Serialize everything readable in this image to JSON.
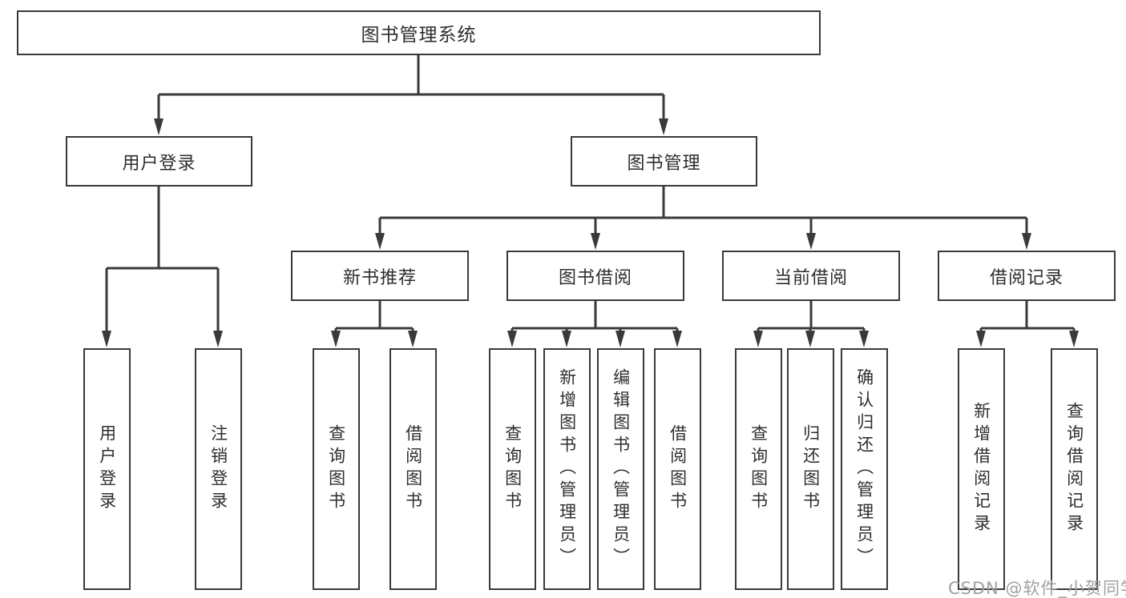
{
  "diagram": {
    "title_node": {
      "label": "图书管理系统"
    },
    "level2": [
      {
        "id": "user-login",
        "label": "用户登录",
        "parent": "图书管理系统"
      },
      {
        "id": "book-management",
        "label": "图书管理",
        "parent": "图书管理系统"
      }
    ],
    "level3": [
      {
        "id": "new-book-recommend",
        "label": "新书推荐",
        "parent": "图书管理"
      },
      {
        "id": "book-borrow",
        "label": "图书借阅",
        "parent": "图书管理"
      },
      {
        "id": "current-borrow",
        "label": "当前借阅",
        "parent": "图书管理"
      },
      {
        "id": "borrow-records",
        "label": "借阅记录",
        "parent": "图书管理"
      }
    ],
    "leaves": [
      {
        "id": "leaf-user-login",
        "label": "用户登录",
        "parent": "用户登录"
      },
      {
        "id": "leaf-logout",
        "label": "注销登录",
        "parent": "用户登录"
      },
      {
        "id": "leaf-query-books-1",
        "label": "查询图书",
        "parent": "新书推荐"
      },
      {
        "id": "leaf-borrow-books-1",
        "label": "借阅图书",
        "parent": "新书推荐"
      },
      {
        "id": "leaf-query-books-2",
        "label": "查询图书",
        "parent": "图书借阅"
      },
      {
        "id": "leaf-add-books-admin",
        "label": "新增图书（管理员）",
        "parent": "图书借阅"
      },
      {
        "id": "leaf-edit-books-admin",
        "label": "编辑图书（管理员）",
        "parent": "图书借阅"
      },
      {
        "id": "leaf-borrow-books-2",
        "label": "借阅图书",
        "parent": "图书借阅"
      },
      {
        "id": "leaf-query-books-3",
        "label": "查询图书",
        "parent": "当前借阅"
      },
      {
        "id": "leaf-return-books",
        "label": "归还图书",
        "parent": "当前借阅"
      },
      {
        "id": "leaf-confirm-return-admin",
        "label": "确认归还（管理员）",
        "parent": "当前借阅"
      },
      {
        "id": "leaf-add-borrow-record",
        "label": "新增借阅记录",
        "parent": "借阅记录"
      },
      {
        "id": "leaf-query-borrow-record",
        "label": "查询借阅记录",
        "parent": "借阅记录"
      }
    ]
  },
  "watermark": {
    "text": "CSDN @软件_小贺同学"
  },
  "colors": {
    "line": "#3a3a3a",
    "box_border": "#3a3a3a",
    "background": "#ffffff",
    "text": "#2e2e2e",
    "watermark": "#a0a0a0"
  }
}
